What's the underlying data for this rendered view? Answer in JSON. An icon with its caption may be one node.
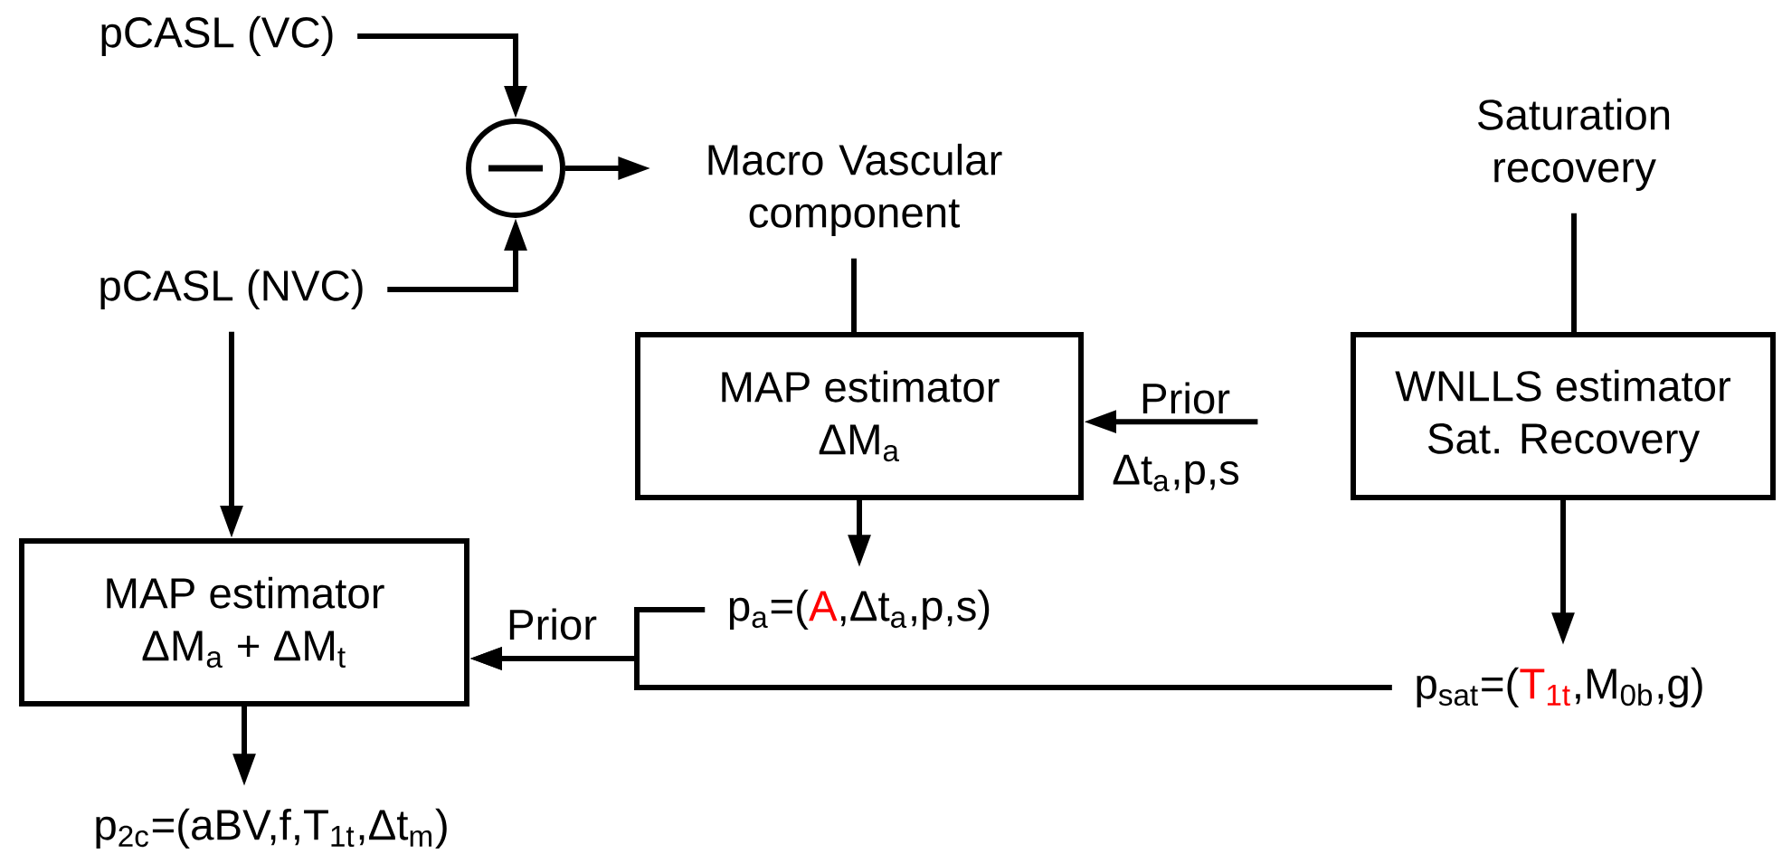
{
  "diagram": {
    "nodes": [
      {
        "text": [
          "pCASL (VC)"
        ]
      },
      {
        "text": [
          "pCASL (NVC)"
        ]
      },
      {
        "text": [],
        "shape": "circle"
      },
      {
        "text": [
          "Macro Vascular component"
        ]
      },
      {
        "text": [
          "Saturation recovery"
        ]
      },
      {
        "text": [
          "MAP estimator",
          "ΔM$_{a}$"
        ]
      },
      {
        "text": [
          "Δt$_{a}$,p,s"
        ]
      },
      {
        "text": [
          "WNLLS estimator",
          "Sat. Recovery"
        ]
      },
      {
        "text": [
          "MAP estimator",
          "ΔM$_{a}$ + ΔM$_{t}$"
        ]
      },
      {
        "text": [
          "p$_{a}$=(",
          "A",
          ",Δt$_{a}$,p,s)"
        ]
      },
      {
        "text": [
          "p$_{sat}$=(",
          "T$_{1t}$",
          ",M$_{0b}$,g)"
        ]
      },
      {
        "text": [
          "p$_{2c}$=(aBV,f,T$_{1t}$,Δt$_{m}$)"
        ]
      }
    ],
    "edges": [
      {
        "from": 0,
        "to": 2,
        "arrow": "to"
      },
      {
        "from": 1,
        "to": 2,
        "arrow": "to"
      },
      {
        "from": 2,
        "to": 3,
        "arrow": "to"
      },
      {
        "from": 3,
        "to": 5,
        "arrow": "none"
      },
      {
        "from": 6,
        "to": 5,
        "arrow": "to",
        "label": "Prior"
      },
      {
        "from": 4,
        "to": 7,
        "arrow": "none"
      },
      {
        "from": 5,
        "to": 9,
        "arrow": "to"
      },
      {
        "from": 7,
        "to": 10,
        "arrow": "to"
      },
      {
        "from": 9,
        "to": 8,
        "arrow": "to",
        "label": "Prior"
      },
      {
        "from": 10,
        "to": 8,
        "arrow": "to"
      },
      {
        "from": 1,
        "to": 8,
        "arrow": "to"
      },
      {
        "from": 8,
        "to": 11,
        "arrow": "to"
      }
    ]
  }
}
